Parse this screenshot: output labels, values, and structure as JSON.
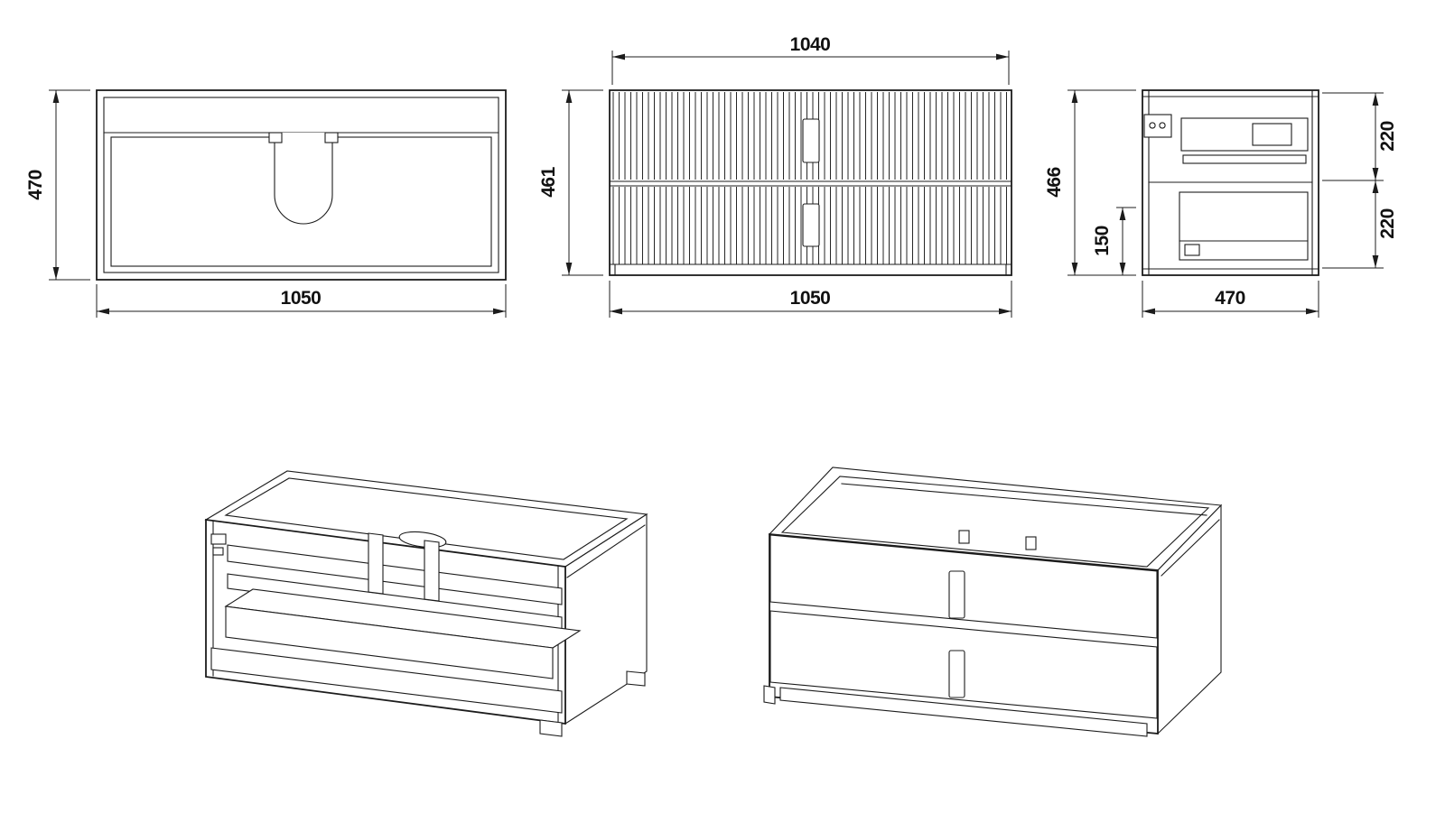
{
  "colors": {
    "line": "#1c1c1c",
    "background": "#ffffff",
    "text": "#111111"
  },
  "views": {
    "top": {
      "depth": "470",
      "width": "1050"
    },
    "front": {
      "panel_width": "1040",
      "height": "461",
      "width": "1050"
    },
    "side": {
      "height": "466",
      "bottom_clearance": "150",
      "upper_drawer": "220",
      "lower_drawer": "220",
      "depth": "470"
    }
  }
}
